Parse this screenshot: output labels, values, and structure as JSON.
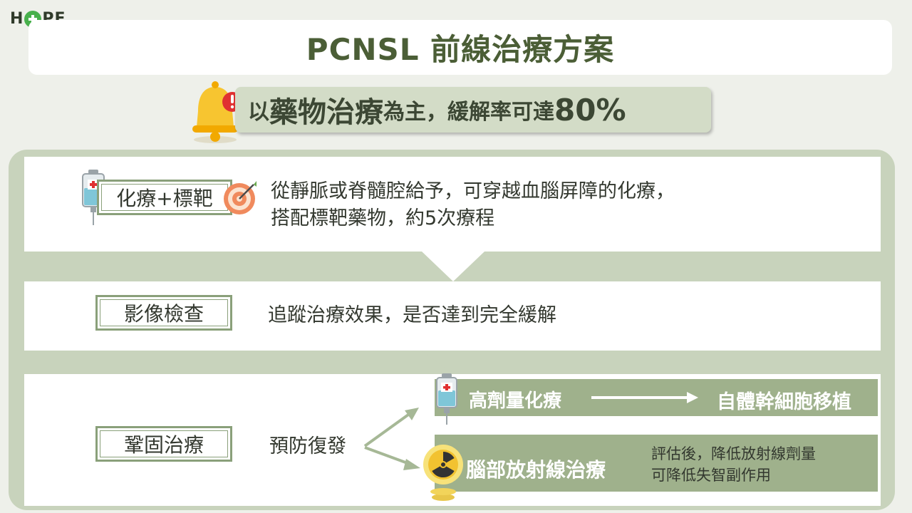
{
  "logo": {
    "left": "H",
    "right": "PE"
  },
  "title": "PCNSL 前線治療方案",
  "banner": {
    "part1": "以",
    "part2": "藥物治療",
    "part3": "為主，緩解率可達",
    "part4": "80%"
  },
  "steps": [
    {
      "label": "化療+標靶",
      "desc": [
        "從靜脈或脊髓腔給予，可穿越血腦屏障的化療，",
        "搭配標靶藥物，約5次療程"
      ]
    },
    {
      "label": "影像檢查",
      "desc": [
        "追蹤治療效果，是否達到完全緩解"
      ]
    },
    {
      "label": "鞏固治療",
      "desc": [
        "預防復發"
      ]
    }
  ],
  "branches": {
    "top": {
      "label": "高劑量化療",
      "result": "自體幹細胞移植"
    },
    "bottom": {
      "label": "腦部放射線治療",
      "note": [
        "評估後，降低放射線劑量",
        "可降低失智副作用"
      ]
    }
  },
  "colors": {
    "accent_green": "#4b5e36",
    "panel_frame": "#c8d3bc",
    "bar_green": "#9fb18c",
    "bell_yellow": "#f7c530",
    "alert_red": "#e03131"
  },
  "icons": [
    "bell-alert-icon",
    "iv-bag-icon",
    "target-icon",
    "radiation-icon"
  ]
}
